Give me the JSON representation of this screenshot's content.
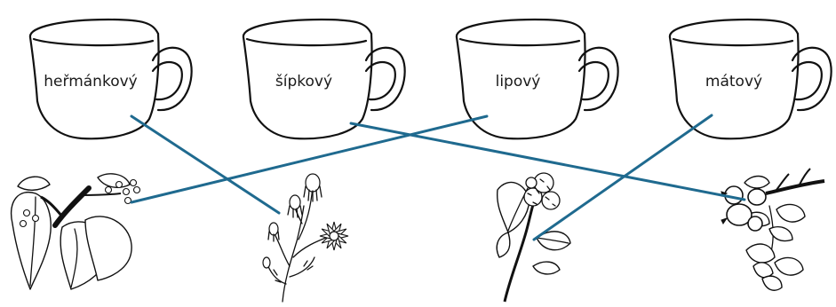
{
  "cups": [
    {
      "id": "cup-1",
      "label": "heřmánkový"
    },
    {
      "id": "cup-2",
      "label": "šípkový"
    },
    {
      "id": "cup-3",
      "label": "lipový"
    },
    {
      "id": "cup-4",
      "label": "mátový"
    }
  ],
  "plants": [
    {
      "id": "plant-linden",
      "name": "linden-branch"
    },
    {
      "id": "plant-chamomile",
      "name": "chamomile"
    },
    {
      "id": "plant-mint",
      "name": "mint"
    },
    {
      "id": "plant-rosehip",
      "name": "rosehip"
    }
  ],
  "connections": [
    {
      "from": "cup-1",
      "to": "plant-chamomile"
    },
    {
      "from": "cup-2",
      "to": "plant-rosehip"
    },
    {
      "from": "cup-3",
      "to": "plant-linden"
    },
    {
      "from": "cup-4",
      "to": "plant-mint"
    }
  ],
  "colors": {
    "line": "#1f6a8f",
    "ink": "#111111"
  }
}
